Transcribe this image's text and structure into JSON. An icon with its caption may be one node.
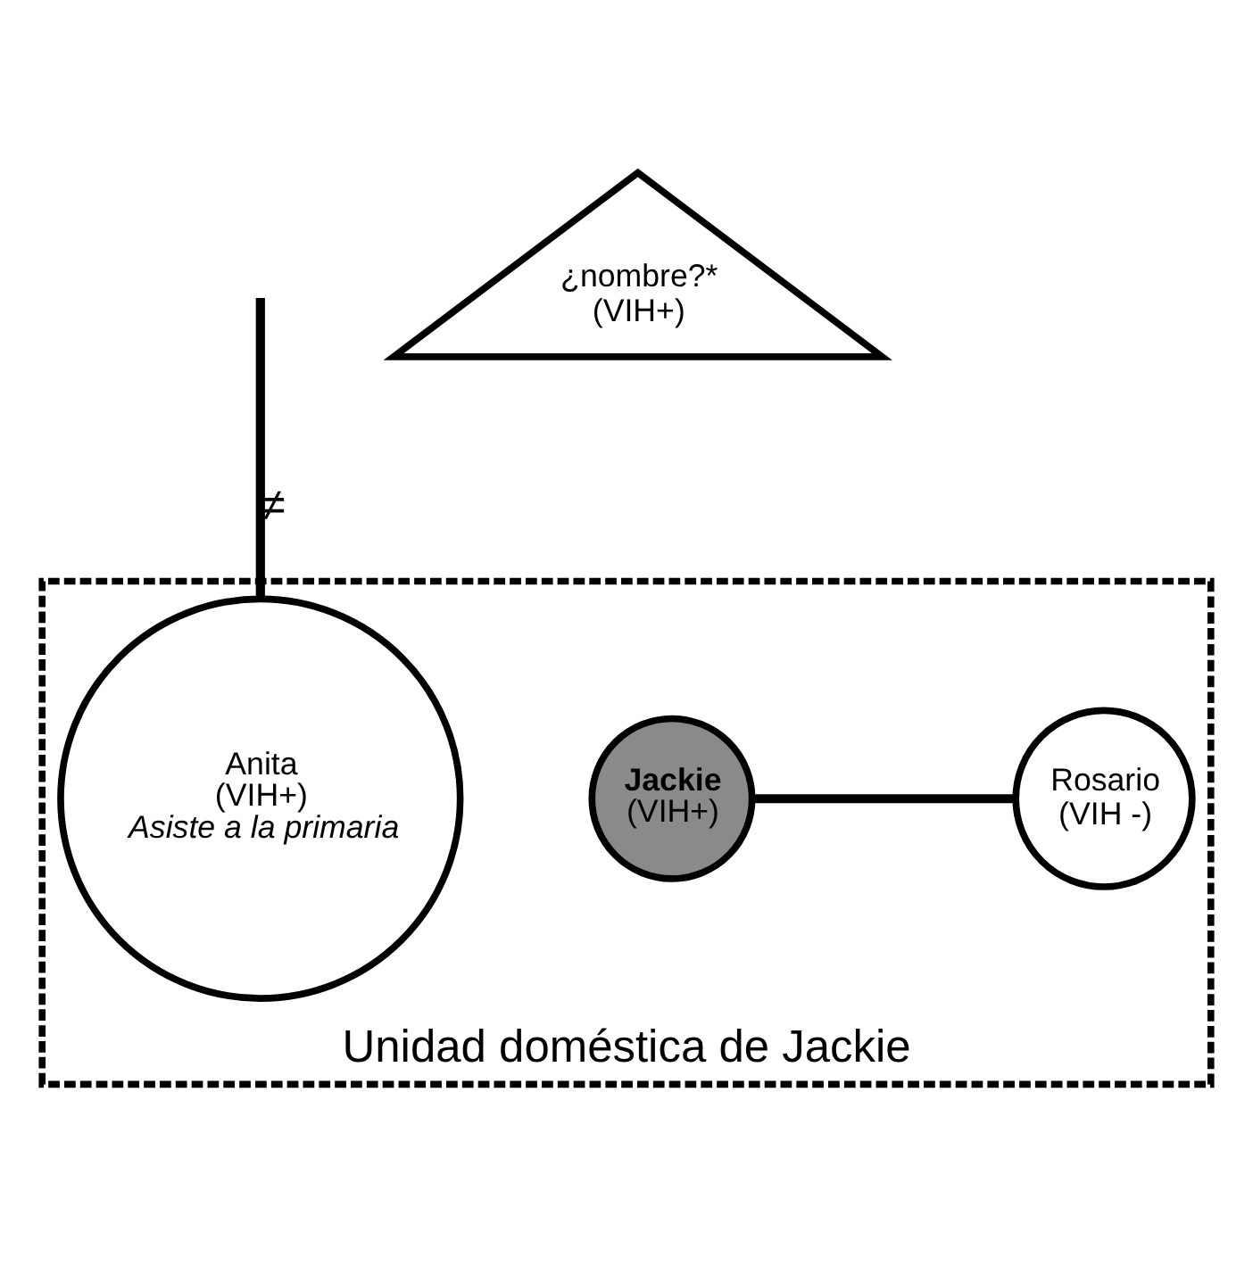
{
  "diagram": {
    "nodes": [
      {
        "text": [
          "Unidad doméstica de Jackie"
        ]
      },
      {
        "text": [
          "¿nombre?*",
          "(VIH+)"
        ]
      },
      {
        "text": [
          "Jackie",
          "(VIH+)"
        ],
        "in": 0
      },
      {
        "text": [
          "Rosario",
          "(VIH -)"
        ],
        "in": 0
      },
      {
        "text": [
          "Anita",
          "(VIH+)",
          "Asiste a la primaria"
        ],
        "in": 0
      }
    ],
    "edges": [
      {
        "from": 2,
        "to": 3,
        "arrow": "none"
      },
      {
        "from": null,
        "to": 4,
        "arrow": "none",
        "label": "≠"
      }
    ]
  }
}
